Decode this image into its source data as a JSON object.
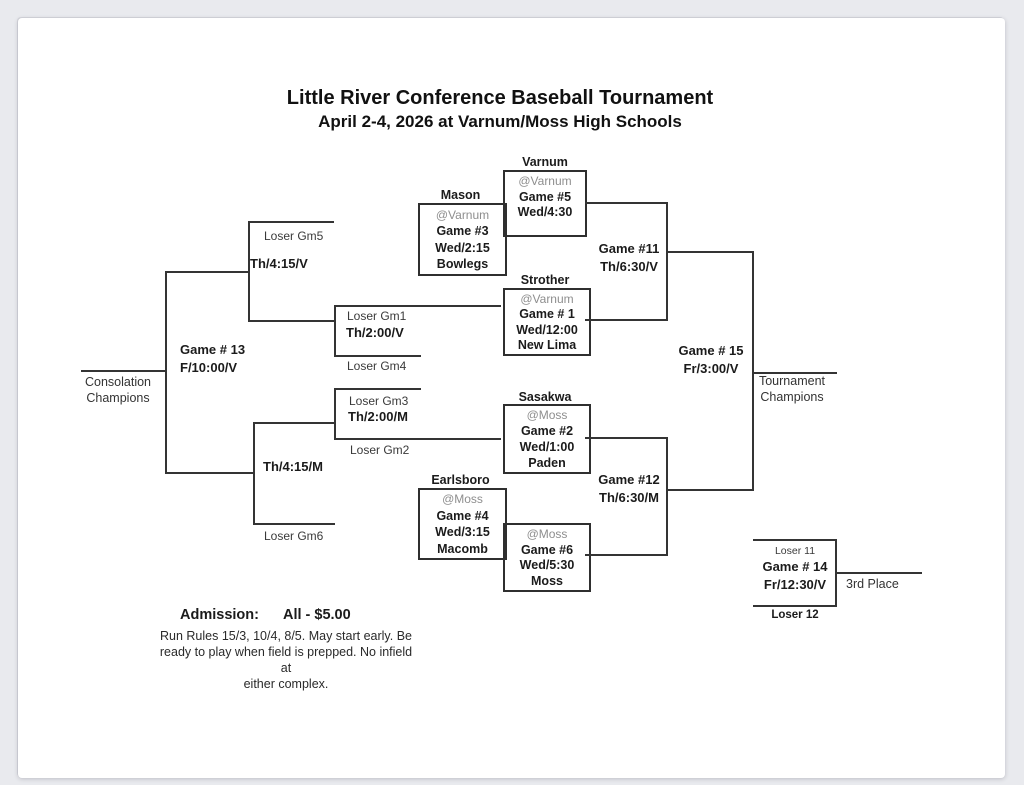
{
  "header": {
    "title": "Little River Conference Baseball Tournament",
    "subtitle": "April 2-4, 2026 at Varnum/Moss High Schools"
  },
  "bracket": {
    "games": {
      "g1": {
        "top_team": "Strother",
        "venue": "@Varnum",
        "label": "Game # 1",
        "time": "Wed/12:00",
        "bottom_team": "New Lima"
      },
      "g2": {
        "top_team": "Sasakwa",
        "venue": "@Moss",
        "label": "Game #2",
        "time": "Wed/1:00",
        "bottom_team": "Paden"
      },
      "g3": {
        "top_team": "Mason",
        "venue": "@Varnum",
        "label": "Game #3",
        "time": "Wed/2:15",
        "bottom_team": "Bowlegs"
      },
      "g4": {
        "top_team": "Earlsboro",
        "venue": "@Moss",
        "label": "Game #4",
        "time": "Wed/3:15",
        "bottom_team": "Macomb"
      },
      "g5": {
        "top_team": "Varnum",
        "venue": "@Varnum",
        "label": "Game #5",
        "time": "Wed/4:30"
      },
      "g6": {
        "venue": "@Moss",
        "label": "Game #6",
        "time": "Wed/5:30",
        "bottom_team": "Moss"
      },
      "g11": {
        "label": "Game #11",
        "time": "Th/6:30/V"
      },
      "g12": {
        "label": "Game #12",
        "time": "Th/6:30/M"
      },
      "g13": {
        "label": "Game # 13",
        "time": "F/10:00/V"
      },
      "g14": {
        "top_entrant": "Loser 11",
        "label": "Game # 14",
        "time": "Fr/12:30/V",
        "bottom_entrant": "Loser 12",
        "winner": "3rd Place"
      },
      "g15": {
        "label": "Game # 15",
        "time": "Fr/3:00/V"
      }
    },
    "consolation": {
      "semi_v": {
        "time": "Th/4:15/V",
        "entrant": "Loser Gm5"
      },
      "semi_m": {
        "time": "Th/4:15/M",
        "entrant": "Loser Gm6"
      },
      "qf_v": {
        "top_entrant": "Loser Gm1",
        "time": "Th/2:00/V",
        "bottom_entrant": "Loser Gm4"
      },
      "qf_m": {
        "top_entrant": "Loser Gm3",
        "time": "Th/2:00/M",
        "bottom_entrant": "Loser Gm2"
      }
    },
    "results": {
      "champion_line1": "Tournament",
      "champion_line2": "Champions",
      "consolation_line1": "Consolation",
      "consolation_line2": "Champions"
    }
  },
  "footer": {
    "admission_label": "Admission:",
    "admission_value": "All - $5.00",
    "rules_lines": [
      "Run Rules 15/3, 10/4, 8/5. May start early. Be",
      "ready to play when field is prepped. No infield at",
      "either complex."
    ]
  },
  "colors": {
    "line": "#343434",
    "text": "#1b1b1b",
    "venue_gray": "#8e8e8e",
    "page_bg": "#e9eaee",
    "paper": "#ffffff"
  }
}
